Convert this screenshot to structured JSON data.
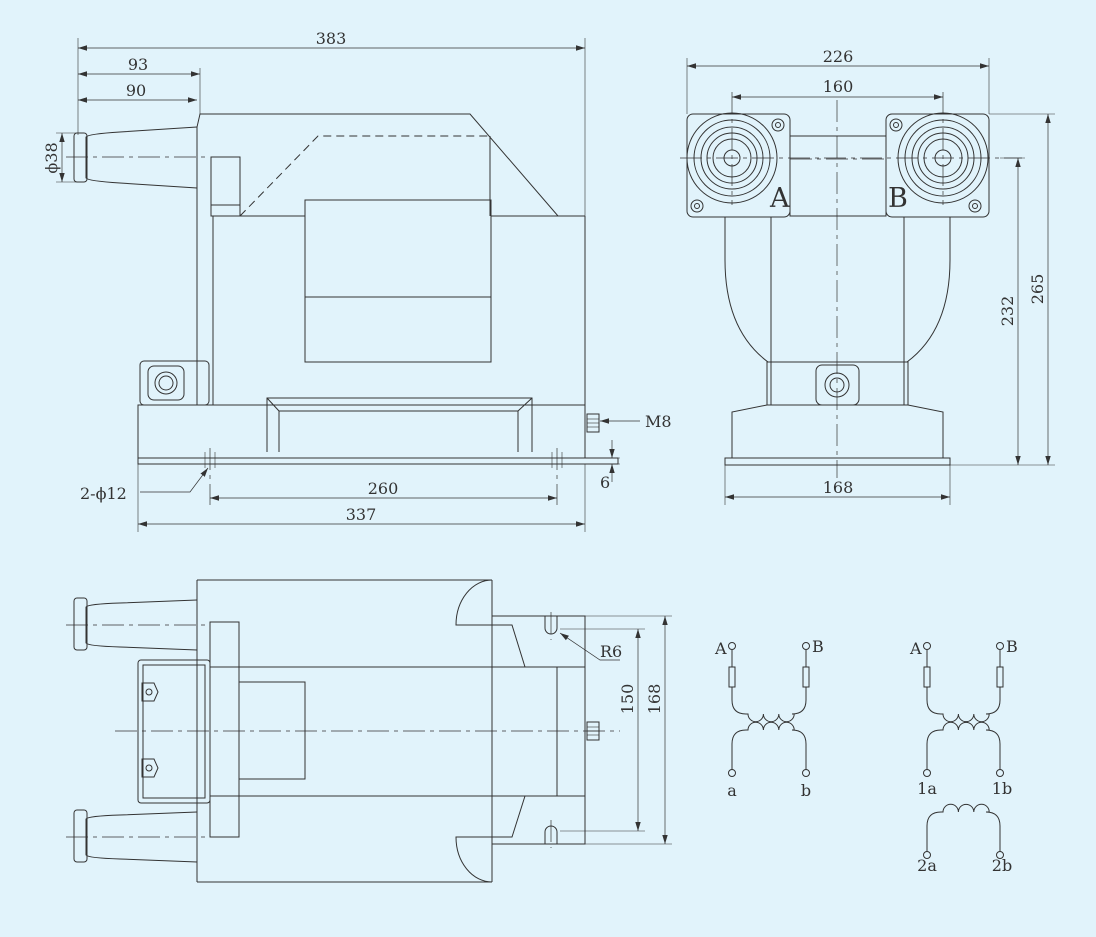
{
  "colors": {
    "background": "#e1f3fb",
    "line": "#333333"
  },
  "front_view": {
    "dims": {
      "overall_length": "383",
      "d93": "93",
      "d90": "90",
      "bushing_dia": "ϕ38",
      "m8": "M8",
      "holes": "2-ϕ12",
      "hole_spacing": "260",
      "base_length": "337",
      "base_thickness": "6"
    }
  },
  "side_view": {
    "dims": {
      "top_width": "226",
      "terminal_spacing": "160",
      "base_width": "168",
      "height_232": "232",
      "height_265": "265"
    },
    "terminals": {
      "a": "A",
      "b": "B"
    }
  },
  "top_view": {
    "dims": {
      "radius": "R6",
      "d150": "150",
      "d168": "168"
    }
  },
  "schematics": {
    "single": {
      "A": "A",
      "B": "B",
      "a": "a",
      "b": "b"
    },
    "double": {
      "A": "A",
      "B": "B",
      "1a": "1a",
      "1b": "1b",
      "2a": "2a",
      "2b": "2b"
    }
  }
}
